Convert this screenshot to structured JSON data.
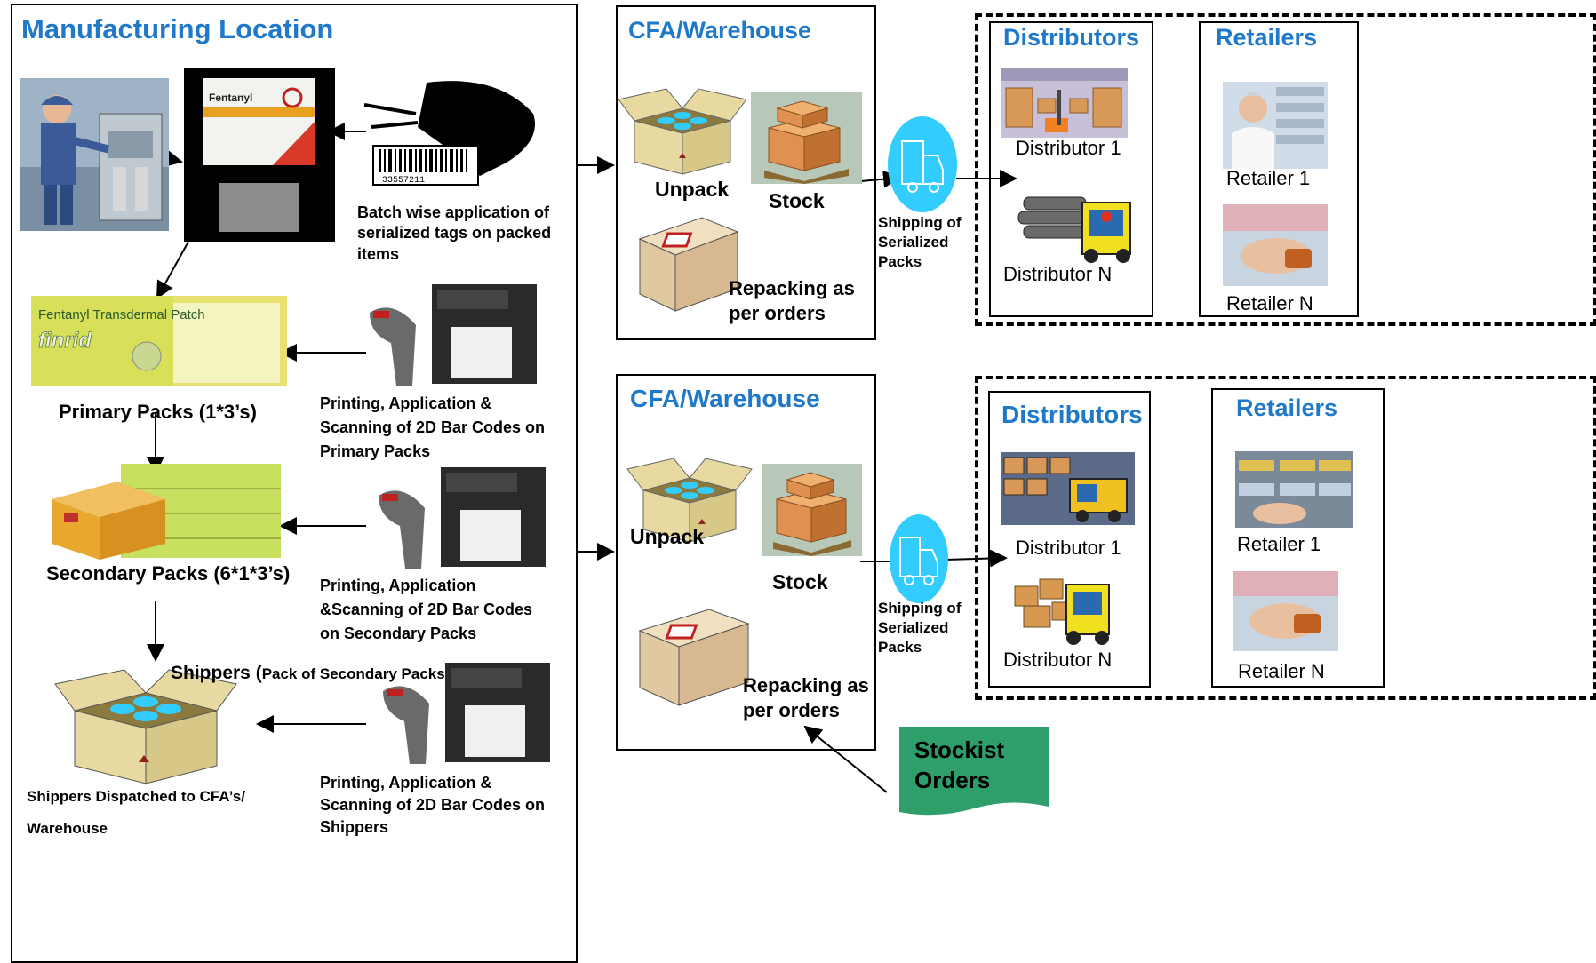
{
  "manufacturing": {
    "title": "Manufacturing Location",
    "batch_label": "Batch wise application of serialized tags on packed items",
    "primary_packs": "Primary Packs (1*3’s)",
    "secondary_packs": "Secondary Packs (6*1*3’s)",
    "shippers_title": "Shippers (",
    "shippers_sub": "Pack of Secondary Packs)",
    "shippers_dispatched": "Shippers Dispatched to CFA’s/",
    "warehouse": "Warehouse",
    "print_primary": "Printing, Application & Scanning of 2D Bar Codes on Primary Packs",
    "print_secondary": "Printing, Application &Scanning of 2D Bar Codes on Secondary Packs",
    "print_shippers": "Printing, Application & Scanning of 2D Bar Codes on Shippers",
    "barcode_number": "33557211",
    "pack_brand": "Fentanyl",
    "pack_product": "Fentanyl Transdermal Patch",
    "pack_brand_name": "finrid"
  },
  "warehouse_top": {
    "title": "CFA/Warehouse",
    "unpack": "Unpack",
    "stock": "Stock",
    "repacking": "Repacking as per orders"
  },
  "warehouse_bottom": {
    "title": "CFA/Warehouse",
    "unpack": "Unpack",
    "stock": "Stock",
    "repacking": "Repacking as per orders"
  },
  "shipping_top": "Shipping of Serialized Packs",
  "shipping_bottom": "Shipping of Serialized Packs",
  "stockist_orders": "Stockist Orders",
  "network_top": {
    "distributors_title": "Distributors",
    "retailers_title": "Retailers",
    "distributor_1": "Distributor 1",
    "distributor_n": "Distributor N",
    "retailer_1": "Retailer 1",
    "retailer_n": "Retailer N"
  },
  "network_bottom": {
    "distributors_title": "Distributors",
    "retailers_title": "Retailers",
    "distributor_1": "Distributor 1",
    "distributor_n": "Distributor  N",
    "retailer_1": "Retailer 1",
    "retailer_n": "Retailer N"
  },
  "colors": {
    "title_blue": "#1f78c8",
    "stockist_green": "#2e9e6a",
    "truck_cyan": "#33ccff",
    "box_tan": "#e8d9a0"
  }
}
